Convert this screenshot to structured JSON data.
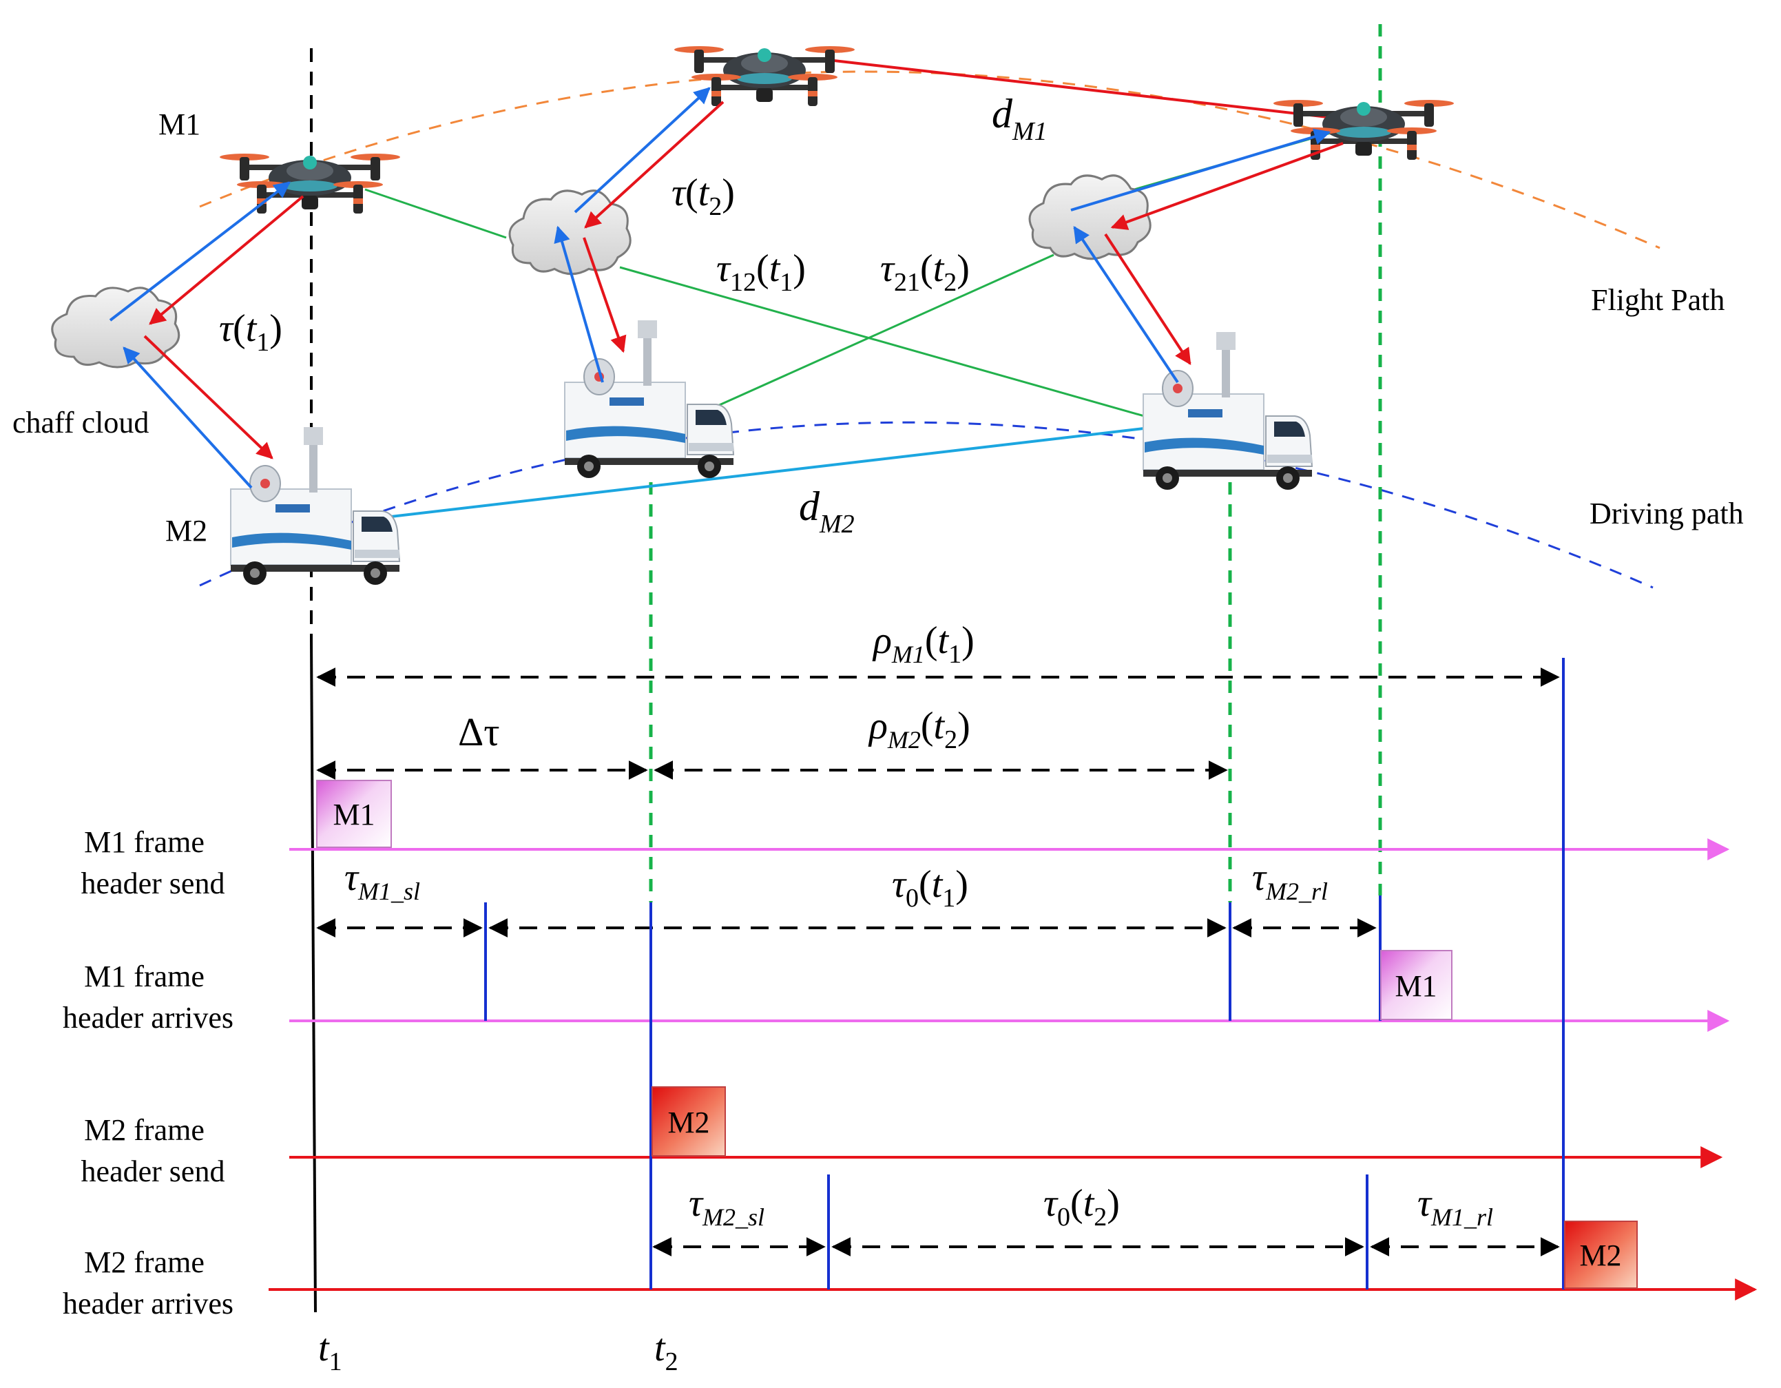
{
  "labels": {
    "m1": "M1",
    "m2": "M2",
    "chaff_cloud": "chaff cloud",
    "flight_path": "Flight Path",
    "driving_path": "Driving path"
  },
  "timeline_rows": [
    {
      "line1": "M1 frame",
      "line2": "header send"
    },
    {
      "line1": "M1 frame",
      "line2": "header arrives"
    },
    {
      "line1": "M2 frame",
      "line2": "header send"
    },
    {
      "line1": "M2 frame",
      "line2": "header arrives"
    }
  ],
  "frame_boxes": {
    "m1_send": "M1",
    "m1_arrive": "M1",
    "m2_send": "M2",
    "m2_arrive": "M2"
  },
  "symbols": {
    "tau": "τ",
    "rho": "ρ",
    "delta_tau": "Δτ",
    "d": "d",
    "t": "t",
    "paren_open": "(",
    "paren_close": ")",
    "sub_1": "1",
    "sub_2": "2",
    "sub_12": "12",
    "sub_21": "21",
    "sub_0": "0",
    "sub_M1": "M1",
    "sub_M2": "M2",
    "sub_M1_sl": "M1_sl",
    "sub_M2_rl": "M2_rl",
    "sub_M2_sl": "M2_sl",
    "sub_M1_rl": "M1_rl"
  },
  "colors": {
    "blue_arrow": "#1E6FE8",
    "red_arrow": "#E5141B",
    "green_link": "#22B14C",
    "cyan_link": "#1BA6E0",
    "flight_path": "#F2873A",
    "driving_path": "#1F3FD9",
    "green_dashed": "#17B34A",
    "magenta_timeline": "#EE6BEE",
    "red_timeline": "#E8141B",
    "marker_blue": "#1530D0",
    "m1_box_fill": "#F6D6F6",
    "m2_box_fill": "#F08060"
  }
}
